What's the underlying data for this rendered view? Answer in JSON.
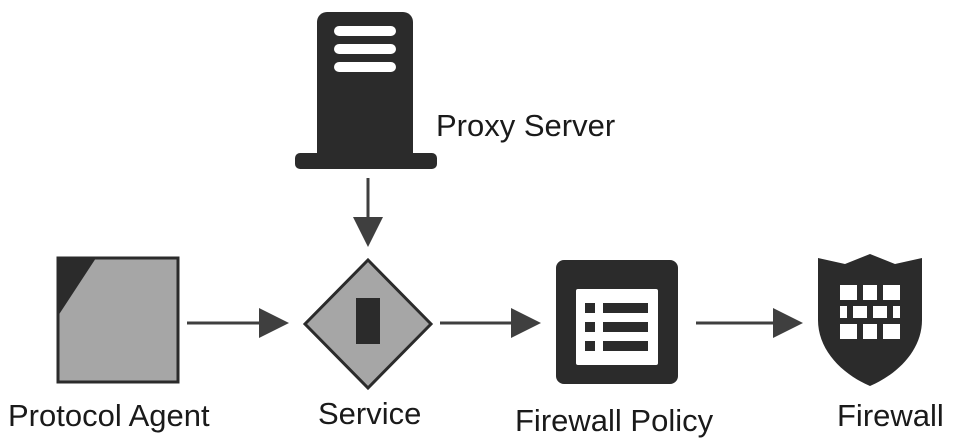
{
  "diagram": {
    "nodes": {
      "proxy_server": {
        "label": "Proxy Server",
        "icon": "server-icon"
      },
      "protocol_agent": {
        "label": "Protocol Agent",
        "icon": "document-icon"
      },
      "service": {
        "label": "Service",
        "icon": "diamond-service-icon"
      },
      "firewall_policy": {
        "label": "Firewall Policy",
        "icon": "policy-list-icon"
      },
      "firewall": {
        "label": "Firewall",
        "icon": "shield-brick-icon"
      }
    },
    "edges": [
      {
        "from": "Proxy Server",
        "to": "Service"
      },
      {
        "from": "Protocol Agent",
        "to": "Service"
      },
      {
        "from": "Service",
        "to": "Firewall Policy"
      },
      {
        "from": "Firewall Policy",
        "to": "Firewall"
      }
    ],
    "colors": {
      "dark": "#2b2b2b",
      "gray": "#a6a6a6",
      "arrow": "#3f3f3f",
      "background": "#ffffff"
    }
  }
}
